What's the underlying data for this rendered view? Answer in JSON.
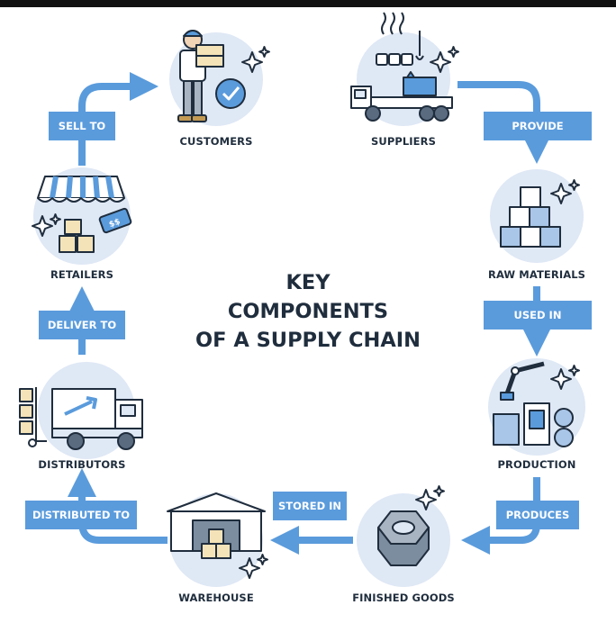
{
  "title": {
    "line1": "KEY",
    "line2": "COMPONENTS",
    "line3": "OF A SUPPLY CHAIN"
  },
  "nodes": {
    "customers": "CUSTOMERS",
    "suppliers": "SUPPLIERS",
    "raw_materials": "RAW MATERIALS",
    "production": "PRODUCTION",
    "finished_goods": "FINISHED GOODS",
    "warehouse": "WAREHOUSE",
    "distributors": "DISTRIBUTORS",
    "retailers": "RETAILERS"
  },
  "edges": {
    "provide": "PROVIDE",
    "used_in": "USED IN",
    "produces": "PRODUCES",
    "stored_in": "STORED IN",
    "distributed_to": "DISTRIBUTED TO",
    "deliver_to": "DELIVER TO",
    "sell_to": "SELL TO"
  },
  "icons": {
    "customers": "customer-holding-box-icon",
    "suppliers": "truck-with-crane-icon",
    "raw_materials": "stacked-cubes-icon",
    "production": "robotic-arm-factory-icon",
    "finished_goods": "hex-nut-icon",
    "warehouse": "warehouse-building-icon",
    "distributors": "delivery-truck-icon",
    "retailers": "market-stall-icon"
  },
  "colors": {
    "accent": "#5a9bdc",
    "circle": "#dfe8f5",
    "outline": "#1f2d3d"
  }
}
